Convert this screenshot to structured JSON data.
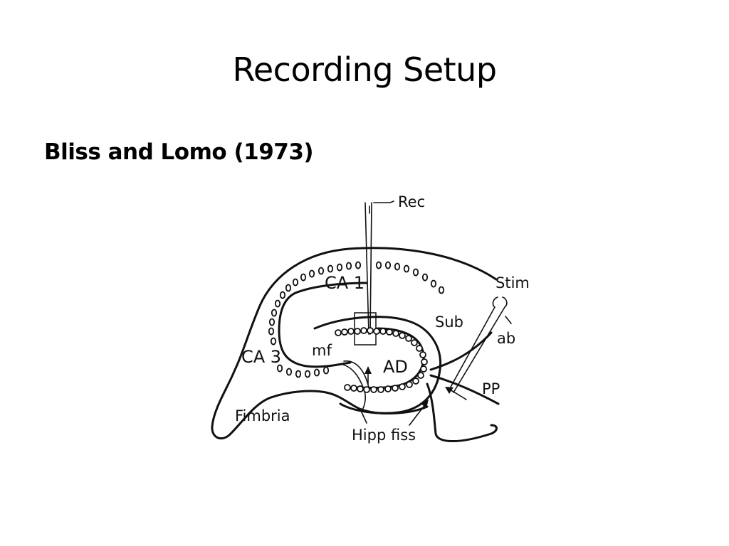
{
  "slide": {
    "title": "Recording Setup",
    "subtitle": "Bliss and Lomo (1973)"
  },
  "diagram": {
    "labels": {
      "rec": "Rec",
      "stim": "Stim",
      "ca1": "CA 1",
      "sub": "Sub",
      "ab": "ab",
      "ca3": "CA 3",
      "mf": "mf",
      "ad": "AD",
      "pp": "PP",
      "fimbria": "Fimbria",
      "hipp_fiss": "Hipp fiss"
    }
  }
}
